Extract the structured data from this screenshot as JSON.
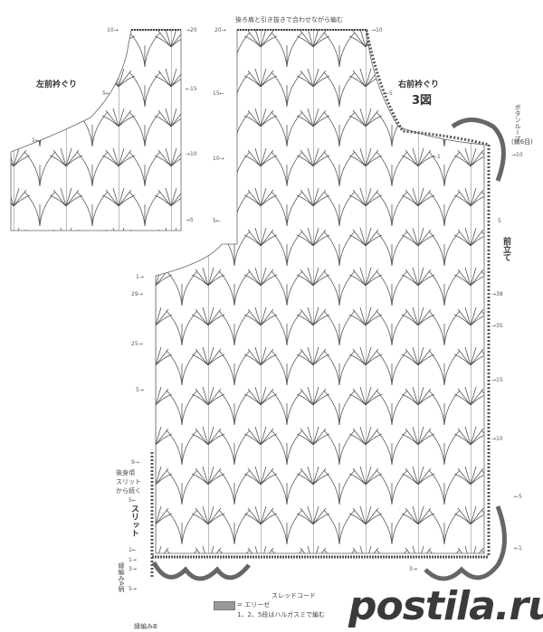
{
  "left_chart": {
    "title": "左前衿ぐり"
  },
  "right_chart": {
    "title": "右前衿ぐり",
    "figure": "3図"
  },
  "annotations": {
    "top_note": "後ろ肩と引き抜きで合わせながら編む",
    "button_loop": "ボタンループ",
    "button_loop_sub": "(鎖6目)",
    "front_band": "前立て",
    "back_slit": "後身頃\nスリットから続く",
    "back_slit_1": "後身頃",
    "back_slit_2": "スリット",
    "back_slit_3": "から続く",
    "slit": "スリット",
    "edging_a": "縁編みA柄",
    "edging_b": "縁編みB",
    "thread_cord": "スレッドコード",
    "legend_eq": "= エリーゼ",
    "legend_note": "1、2、5段はハルガスミで編む"
  },
  "row_labels": {
    "l10": "10→",
    "l20": "→20",
    "l5": "5←",
    "l15": "←15",
    "l1": "1←",
    "l10b": "→10",
    "l5b": "→5",
    "r20": "20→",
    "r10": "→10",
    "r15": "15←",
    "r5": "←5",
    "r10b": "10→",
    "r1": "←1",
    "r10c": "→10",
    "r5b": "5←",
    "r5c": "5",
    "r1b": "1→",
    "r29": "29→",
    "r38": "→38",
    "r25": "25→",
    "r35": "→35",
    "r5d": "5→",
    "r15b": "→15",
    "r10d": "→10",
    "r9": "9→",
    "r5e": "5←",
    "r5f": "←5",
    "r1c": "1←",
    "r1d": "←1",
    "e1": "1→",
    "e3": "3→",
    "e5": "5→",
    "e3b": "3→"
  },
  "watermark": "postila.ru"
}
